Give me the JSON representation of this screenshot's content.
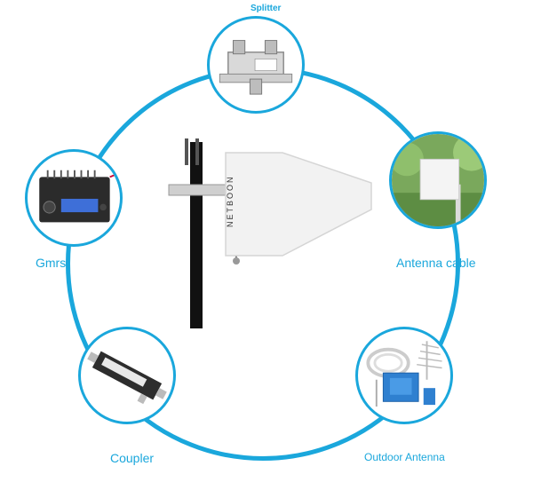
{
  "labels": {
    "splitter": "Splitter",
    "gmrs": "Gmrs",
    "antenna_cable": "Antenna   cable",
    "coupler": "Coupler",
    "outdoor_antenna": "Outdoor Antenna"
  },
  "center_product": {
    "brand_text": "NETBOON"
  },
  "colors": {
    "accent": "#1aa7dc"
  }
}
